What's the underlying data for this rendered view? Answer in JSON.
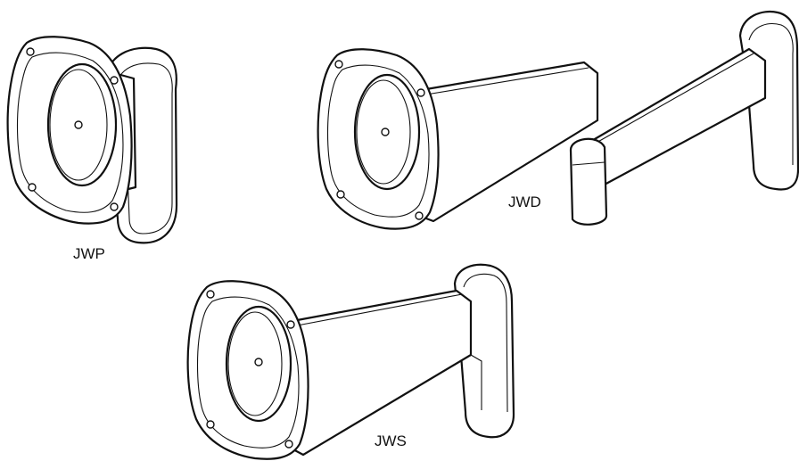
{
  "labels": {
    "jwp": "JWP",
    "jwd": "JWD",
    "jws": "JWS"
  },
  "colors": {
    "line": "#111111",
    "background": "#ffffff"
  }
}
